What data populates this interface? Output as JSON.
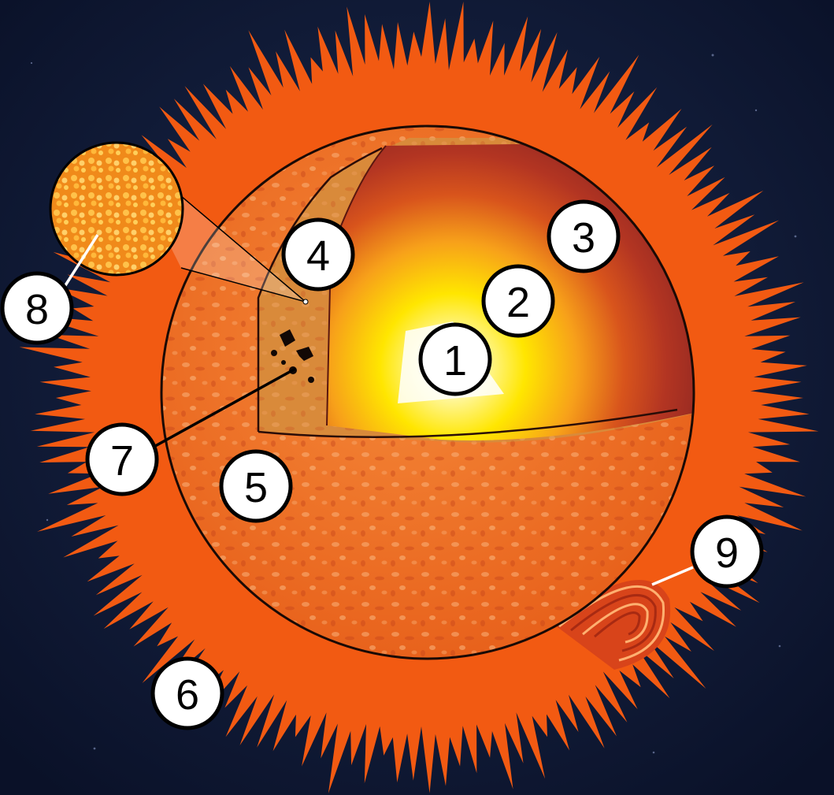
{
  "diagram": {
    "labels": [
      {
        "id": "1",
        "text": "1"
      },
      {
        "id": "2",
        "text": "2"
      },
      {
        "id": "3",
        "text": "3"
      },
      {
        "id": "4",
        "text": "4"
      },
      {
        "id": "5",
        "text": "5"
      },
      {
        "id": "6",
        "text": "6"
      },
      {
        "id": "7",
        "text": "7"
      },
      {
        "id": "8",
        "text": "8"
      },
      {
        "id": "9",
        "text": "9"
      }
    ]
  },
  "colors": {
    "space": "#0d1530",
    "corona": "#f25a12",
    "photosphere": "#ef6a20",
    "convective_zone": "#d98a3a",
    "radiative_zone": "#9c2b22",
    "core_glow": "#ffe000",
    "core_center": "#ffffff"
  }
}
